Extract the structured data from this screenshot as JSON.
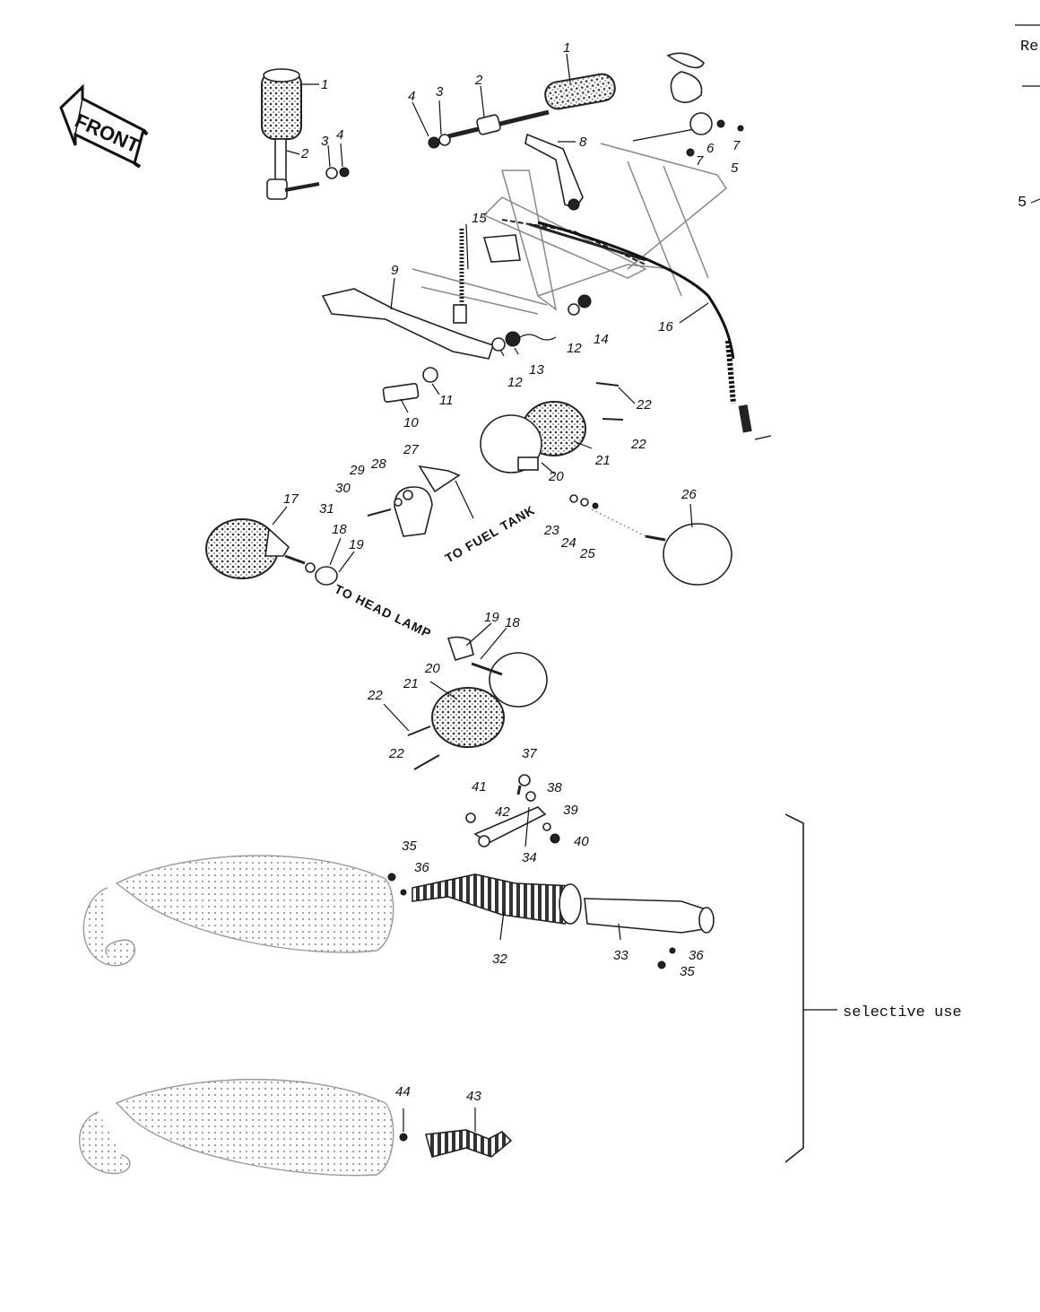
{
  "front_sign": {
    "text": "FRONT"
  },
  "margin": {
    "top_left": "Re",
    "mark": "5"
  },
  "callouts": {
    "fuel_tank": "TO FUEL TANK",
    "head_lamp": "TO HEAD LAMP",
    "selective_use": "selective use"
  },
  "part_numbers": {
    "p1a": "1",
    "p2a": "2",
    "p3a": "3",
    "p4a": "4",
    "p1b": "1",
    "p2b": "2",
    "p3b": "3",
    "p4b": "4",
    "p5": "5",
    "p6": "6",
    "p7a": "7",
    "p7b": "7",
    "p8": "8",
    "p9": "9",
    "p10": "10",
    "p11": "11",
    "p12a": "12",
    "p12b": "12",
    "p13": "13",
    "p14": "14",
    "p15": "15",
    "p16": "16",
    "p17": "17",
    "p18a": "18",
    "p19a": "19",
    "p20a": "20",
    "p21a": "21",
    "p22a": "22",
    "p22b": "22",
    "p23": "23",
    "p24": "24",
    "p25": "25",
    "p26": "26",
    "p27": "27",
    "p28": "28",
    "p29": "29",
    "p30": "30",
    "p31": "31",
    "p19b": "19",
    "p18b": "18",
    "p20b": "20",
    "p21b": "21",
    "p22c": "22",
    "p22d": "22",
    "p37": "37",
    "p38": "38",
    "p39": "39",
    "p40": "40",
    "p41": "41",
    "p42": "42",
    "p34": "34",
    "p35a": "35",
    "p36a": "36",
    "p32": "32",
    "p33": "33",
    "p36b": "36",
    "p35b": "35",
    "p44": "44",
    "p43": "43"
  }
}
